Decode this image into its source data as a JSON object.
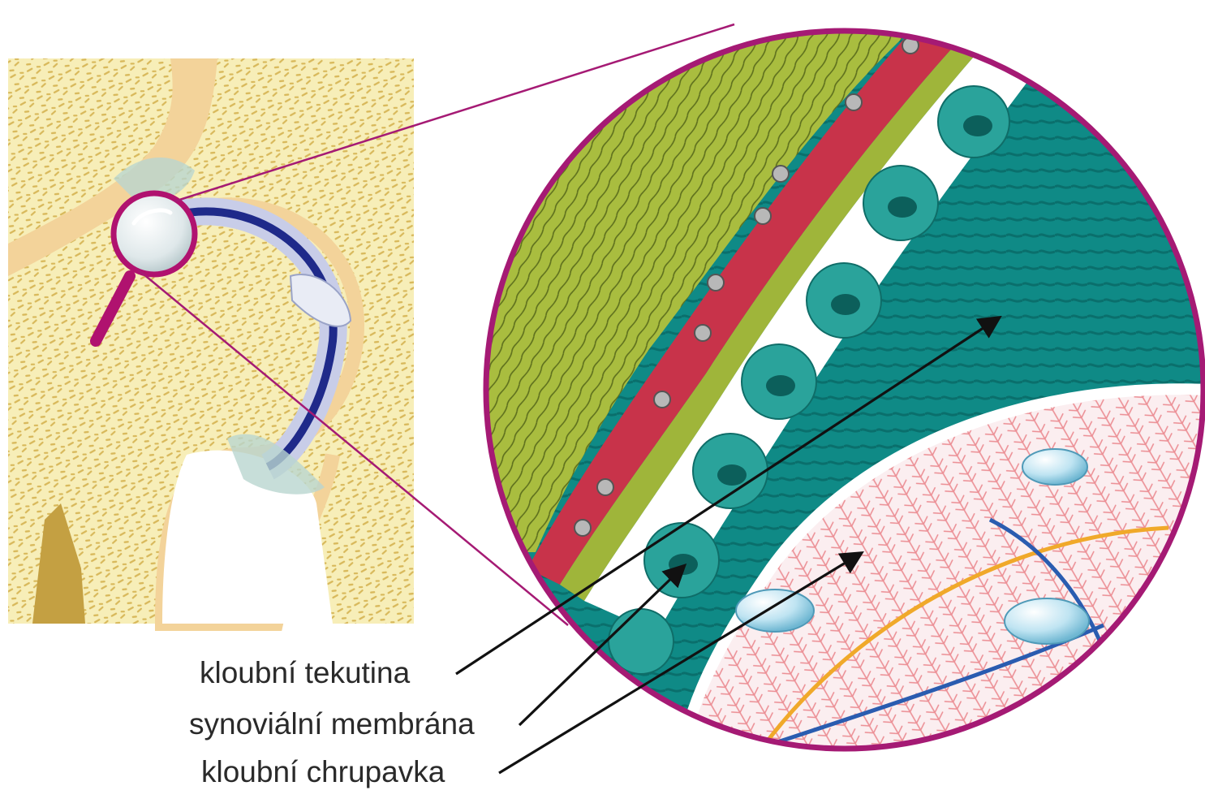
{
  "labels": {
    "synovial_fluid": "kloubní tekutina",
    "synovial_membrane": "synoviální membrána",
    "articular_cartilage": "kloubní chrupavka"
  },
  "colors": {
    "bone_light": "#f7eeb8",
    "bone_speckle": "#d8b85a",
    "joint_capsule_blue": "#1f2a8a",
    "lens_frame": "#b0126f",
    "circle_border": "#a51a74",
    "muscle_green": "#9fb53a",
    "vessel_red": "#c8334a",
    "cartilage_teal": "#0f8a86",
    "cells_teal": "#2aa39b",
    "fibers_pink": "#ec8f95",
    "arrow_black": "#111111"
  },
  "icons": {
    "magnifier": "magnifying-glass-icon"
  }
}
